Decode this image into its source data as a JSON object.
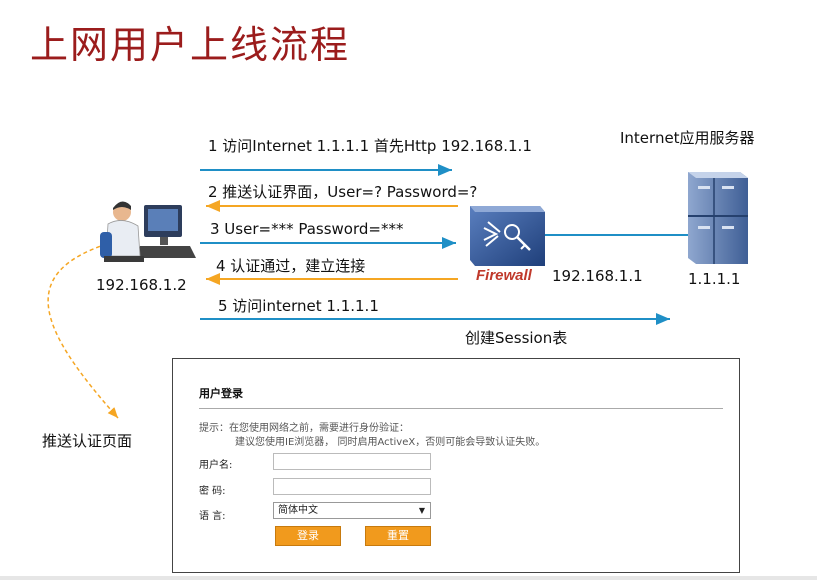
{
  "title": "上网用户上线流程",
  "client_ip": "192.168.1.2",
  "firewall": {
    "label": "Firewall",
    "ip": "192.168.1.1"
  },
  "server": {
    "label": "Internet应用服务器",
    "ip": "1.1.1.1"
  },
  "steps": [
    "1 访问Internet 1.1.1.1 首先Http 192.168.1.1",
    "2 推送认证界面，User=?  Password=?",
    "3 User=***  Password=***",
    "4 认证通过，建立连接",
    "5 访问internet 1.1.1.1"
  ],
  "session_note": "创建Session表",
  "push_note": "推送认证页面",
  "login": {
    "title": "用户登录",
    "hint_line1": "提示：在您使用网络之前，需要进行身份验证：",
    "hint_line2": "建议您使用IE浏览器，  同时启用ActiveX，否则可能会导致认证失败。",
    "username_label": "用户名:",
    "password_label": "密    码:",
    "language_label": "语    言:",
    "language_value": "简体中文",
    "login_button": "登录",
    "reset_button": "重置"
  },
  "colors": {
    "title": "#9b1c1c",
    "arrow_blue": "#1f8fc6",
    "arrow_orange": "#f5a623",
    "button": "#f19a1d"
  }
}
